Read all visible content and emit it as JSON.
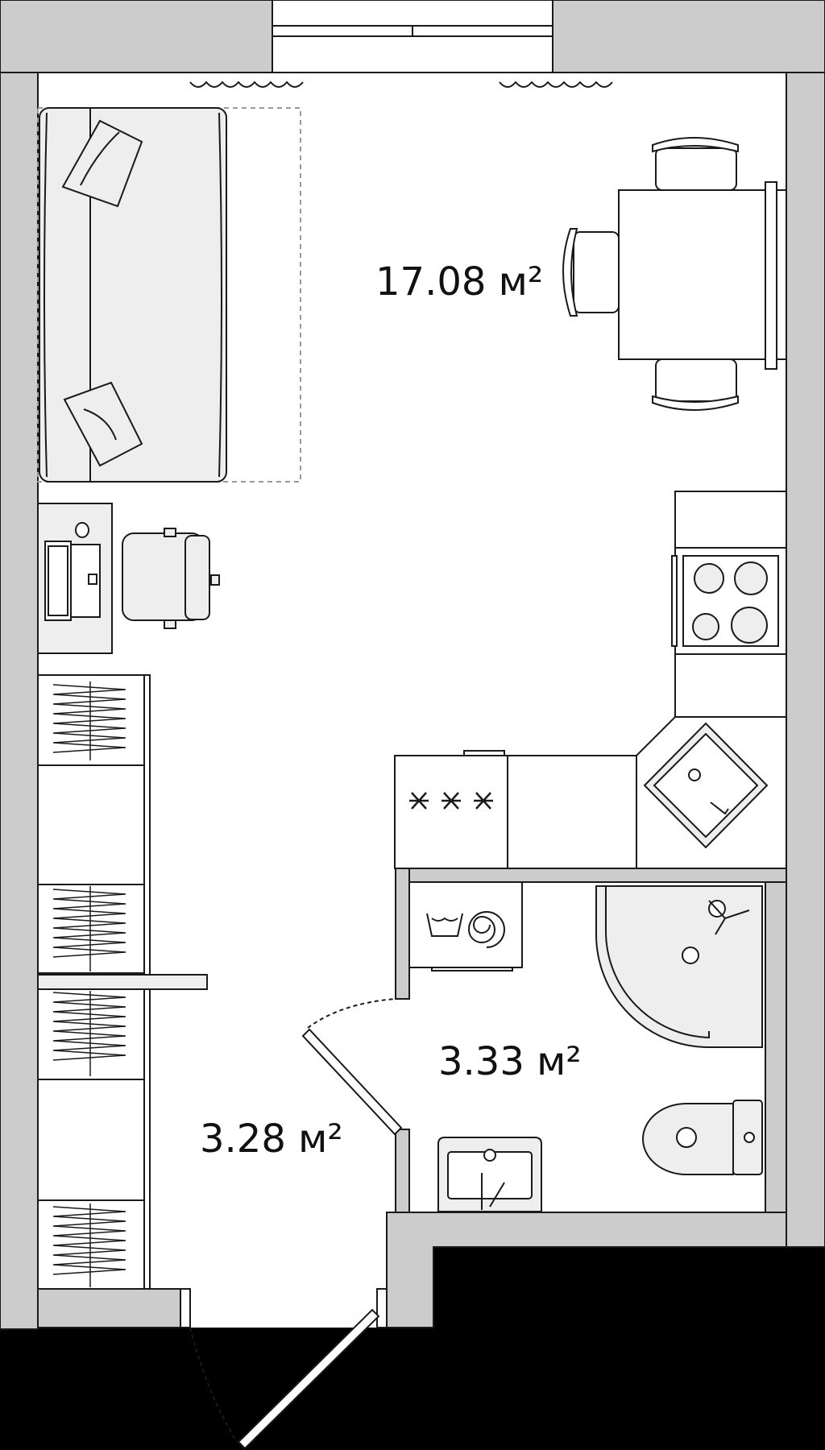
{
  "rooms": {
    "living": {
      "area": "17.08 м²"
    },
    "bathroom": {
      "area": "3.33 м²"
    },
    "hallway": {
      "area": "3.28 м²"
    }
  },
  "colors": {
    "wall": "#cccccc",
    "outline": "#1a1a1a",
    "furniture_fill": "#eeeeee",
    "exterior": "#000000",
    "background": "#ffffff"
  },
  "icons": [
    "snowflake-icon",
    "wash-basin-icon",
    "spiral-icon"
  ]
}
